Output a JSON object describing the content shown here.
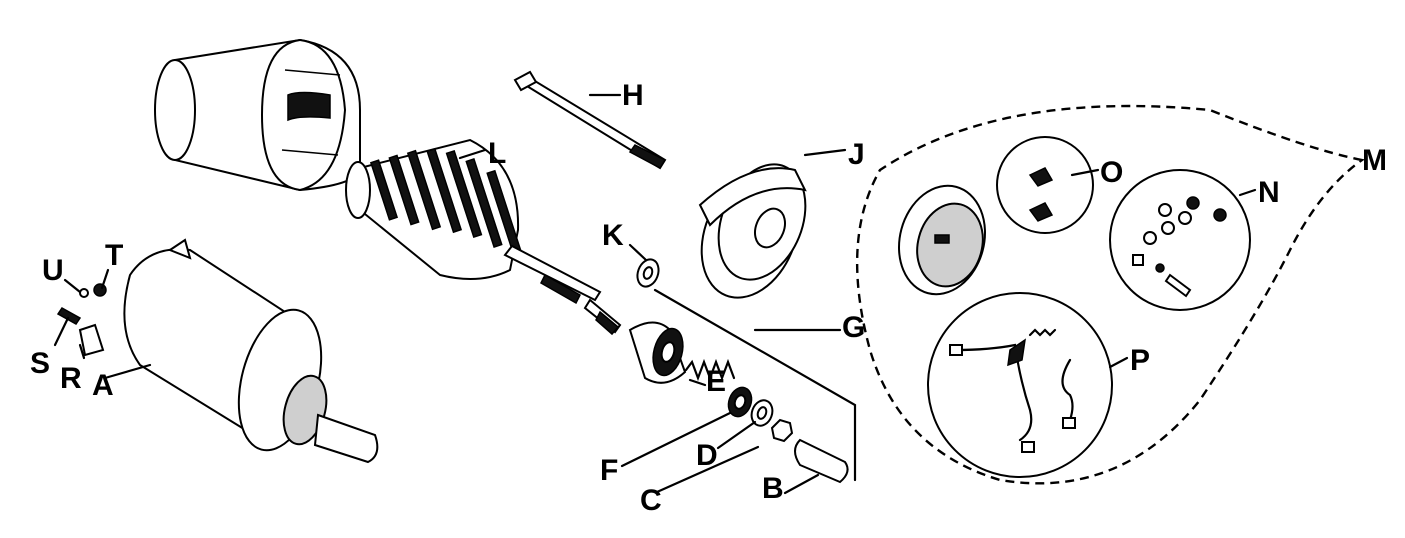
{
  "labels": {
    "A": "A",
    "B": "B",
    "C": "C",
    "D": "D",
    "E": "E",
    "F": "F",
    "G": "G",
    "H": "H",
    "J": "J",
    "K": "K",
    "L": "L",
    "M": "M",
    "N": "N",
    "O": "O",
    "P": "P",
    "R": "R",
    "S": "S",
    "T": "T",
    "U": "U"
  },
  "colors": {
    "ink": "#000000",
    "background": "#ffffff"
  }
}
